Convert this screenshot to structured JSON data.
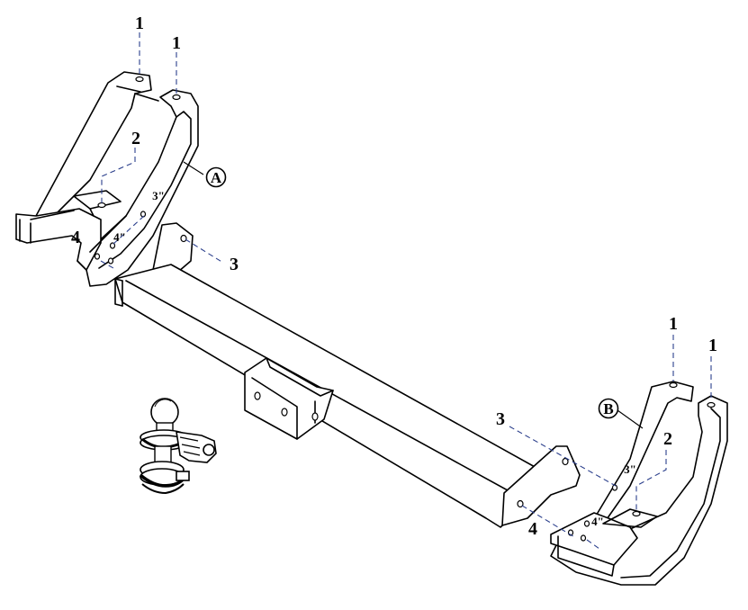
{
  "labels": {
    "bolt": "1",
    "plate": "2",
    "side_bolt": "3",
    "lower_bolt": "4",
    "bracket_a": "A",
    "bracket_b": "B",
    "dim_3in": "3\"",
    "dim_4in": "4\""
  },
  "colors": {
    "line": "#000000",
    "dash": "#2b3f8c",
    "background": "#ffffff"
  }
}
